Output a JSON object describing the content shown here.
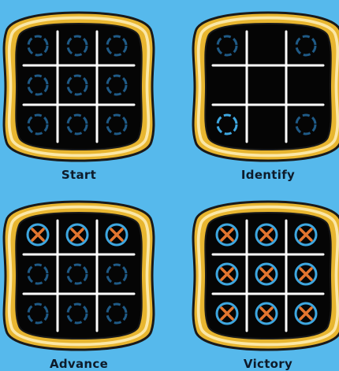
{
  "colors": {
    "background": "#56b9ec",
    "frame_outer": "#e8b630",
    "frame_inner": "#fbe7a6",
    "board": "#050505",
    "grid_line": "#ffffff",
    "slot_dashed": "#1f5a86",
    "ring_highlight": "#3ea7e0",
    "cross": "#e2752f"
  },
  "panels": [
    {
      "label": "Start",
      "cells": [
        "empty",
        "empty",
        "empty",
        "empty",
        "empty",
        "empty",
        "empty",
        "empty",
        "empty"
      ]
    },
    {
      "label": "Identify",
      "cells": [
        "empty",
        "none",
        "empty",
        "none",
        "none",
        "none",
        "target",
        "none",
        "empty"
      ]
    },
    {
      "label": "Advance",
      "cells": [
        "cross",
        "cross",
        "cross",
        "empty",
        "empty",
        "empty",
        "empty",
        "empty",
        "empty"
      ]
    },
    {
      "label": "Victory",
      "cells": [
        "cross",
        "cross",
        "cross",
        "cross",
        "cross",
        "cross",
        "cross",
        "cross",
        "cross"
      ]
    }
  ]
}
